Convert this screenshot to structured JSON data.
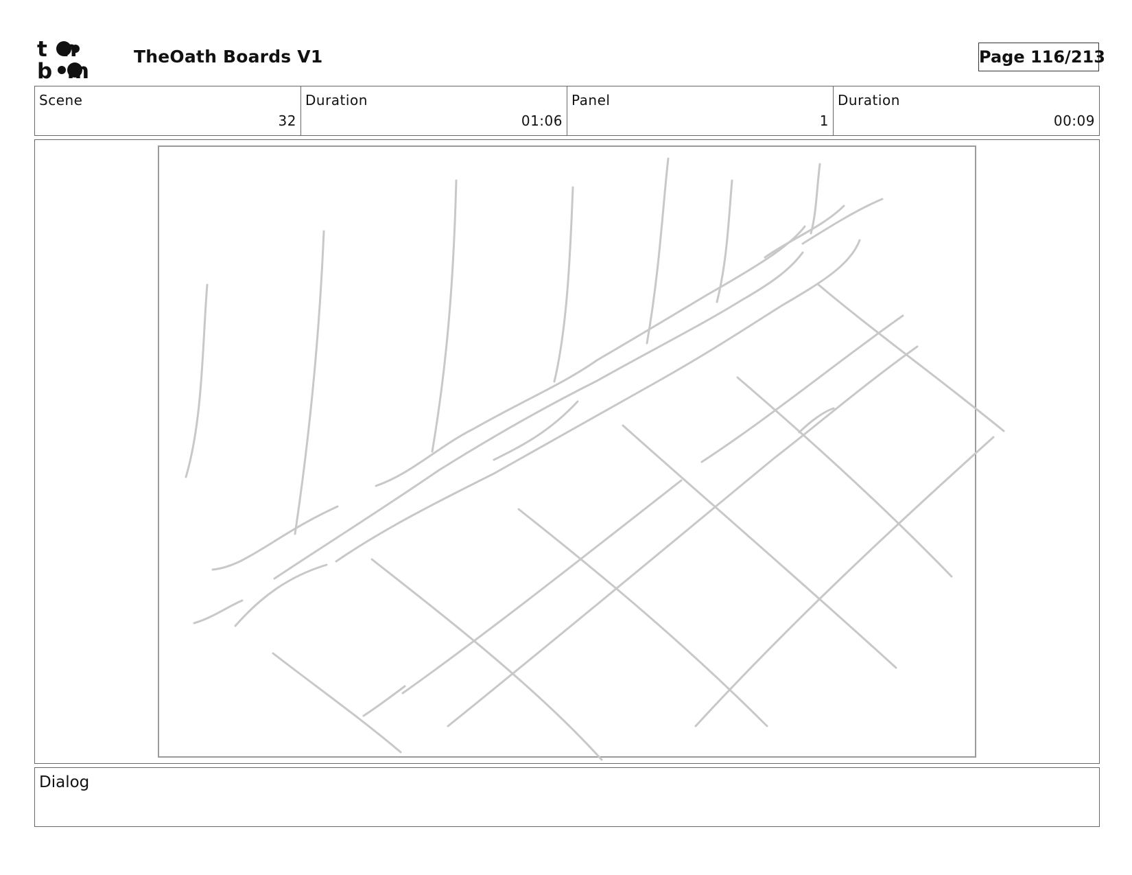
{
  "header": {
    "logo": {
      "icon": "toon-boom-logo",
      "line1": "t  n",
      "line2": "b  m"
    },
    "title": "TheOath Boards V1",
    "page": "Page 116/213"
  },
  "info": [
    {
      "label": "Scene",
      "value": "32"
    },
    {
      "label": "Duration",
      "value": "01:06"
    },
    {
      "label": "Panel",
      "value": "1"
    },
    {
      "label": "Duration",
      "value": "00:09"
    }
  ],
  "panel": {
    "sketch": "storyboard-sketch-icon",
    "stroke_color": "#c8c8c8"
  },
  "dialog": {
    "label": "Dialog",
    "text": ""
  }
}
